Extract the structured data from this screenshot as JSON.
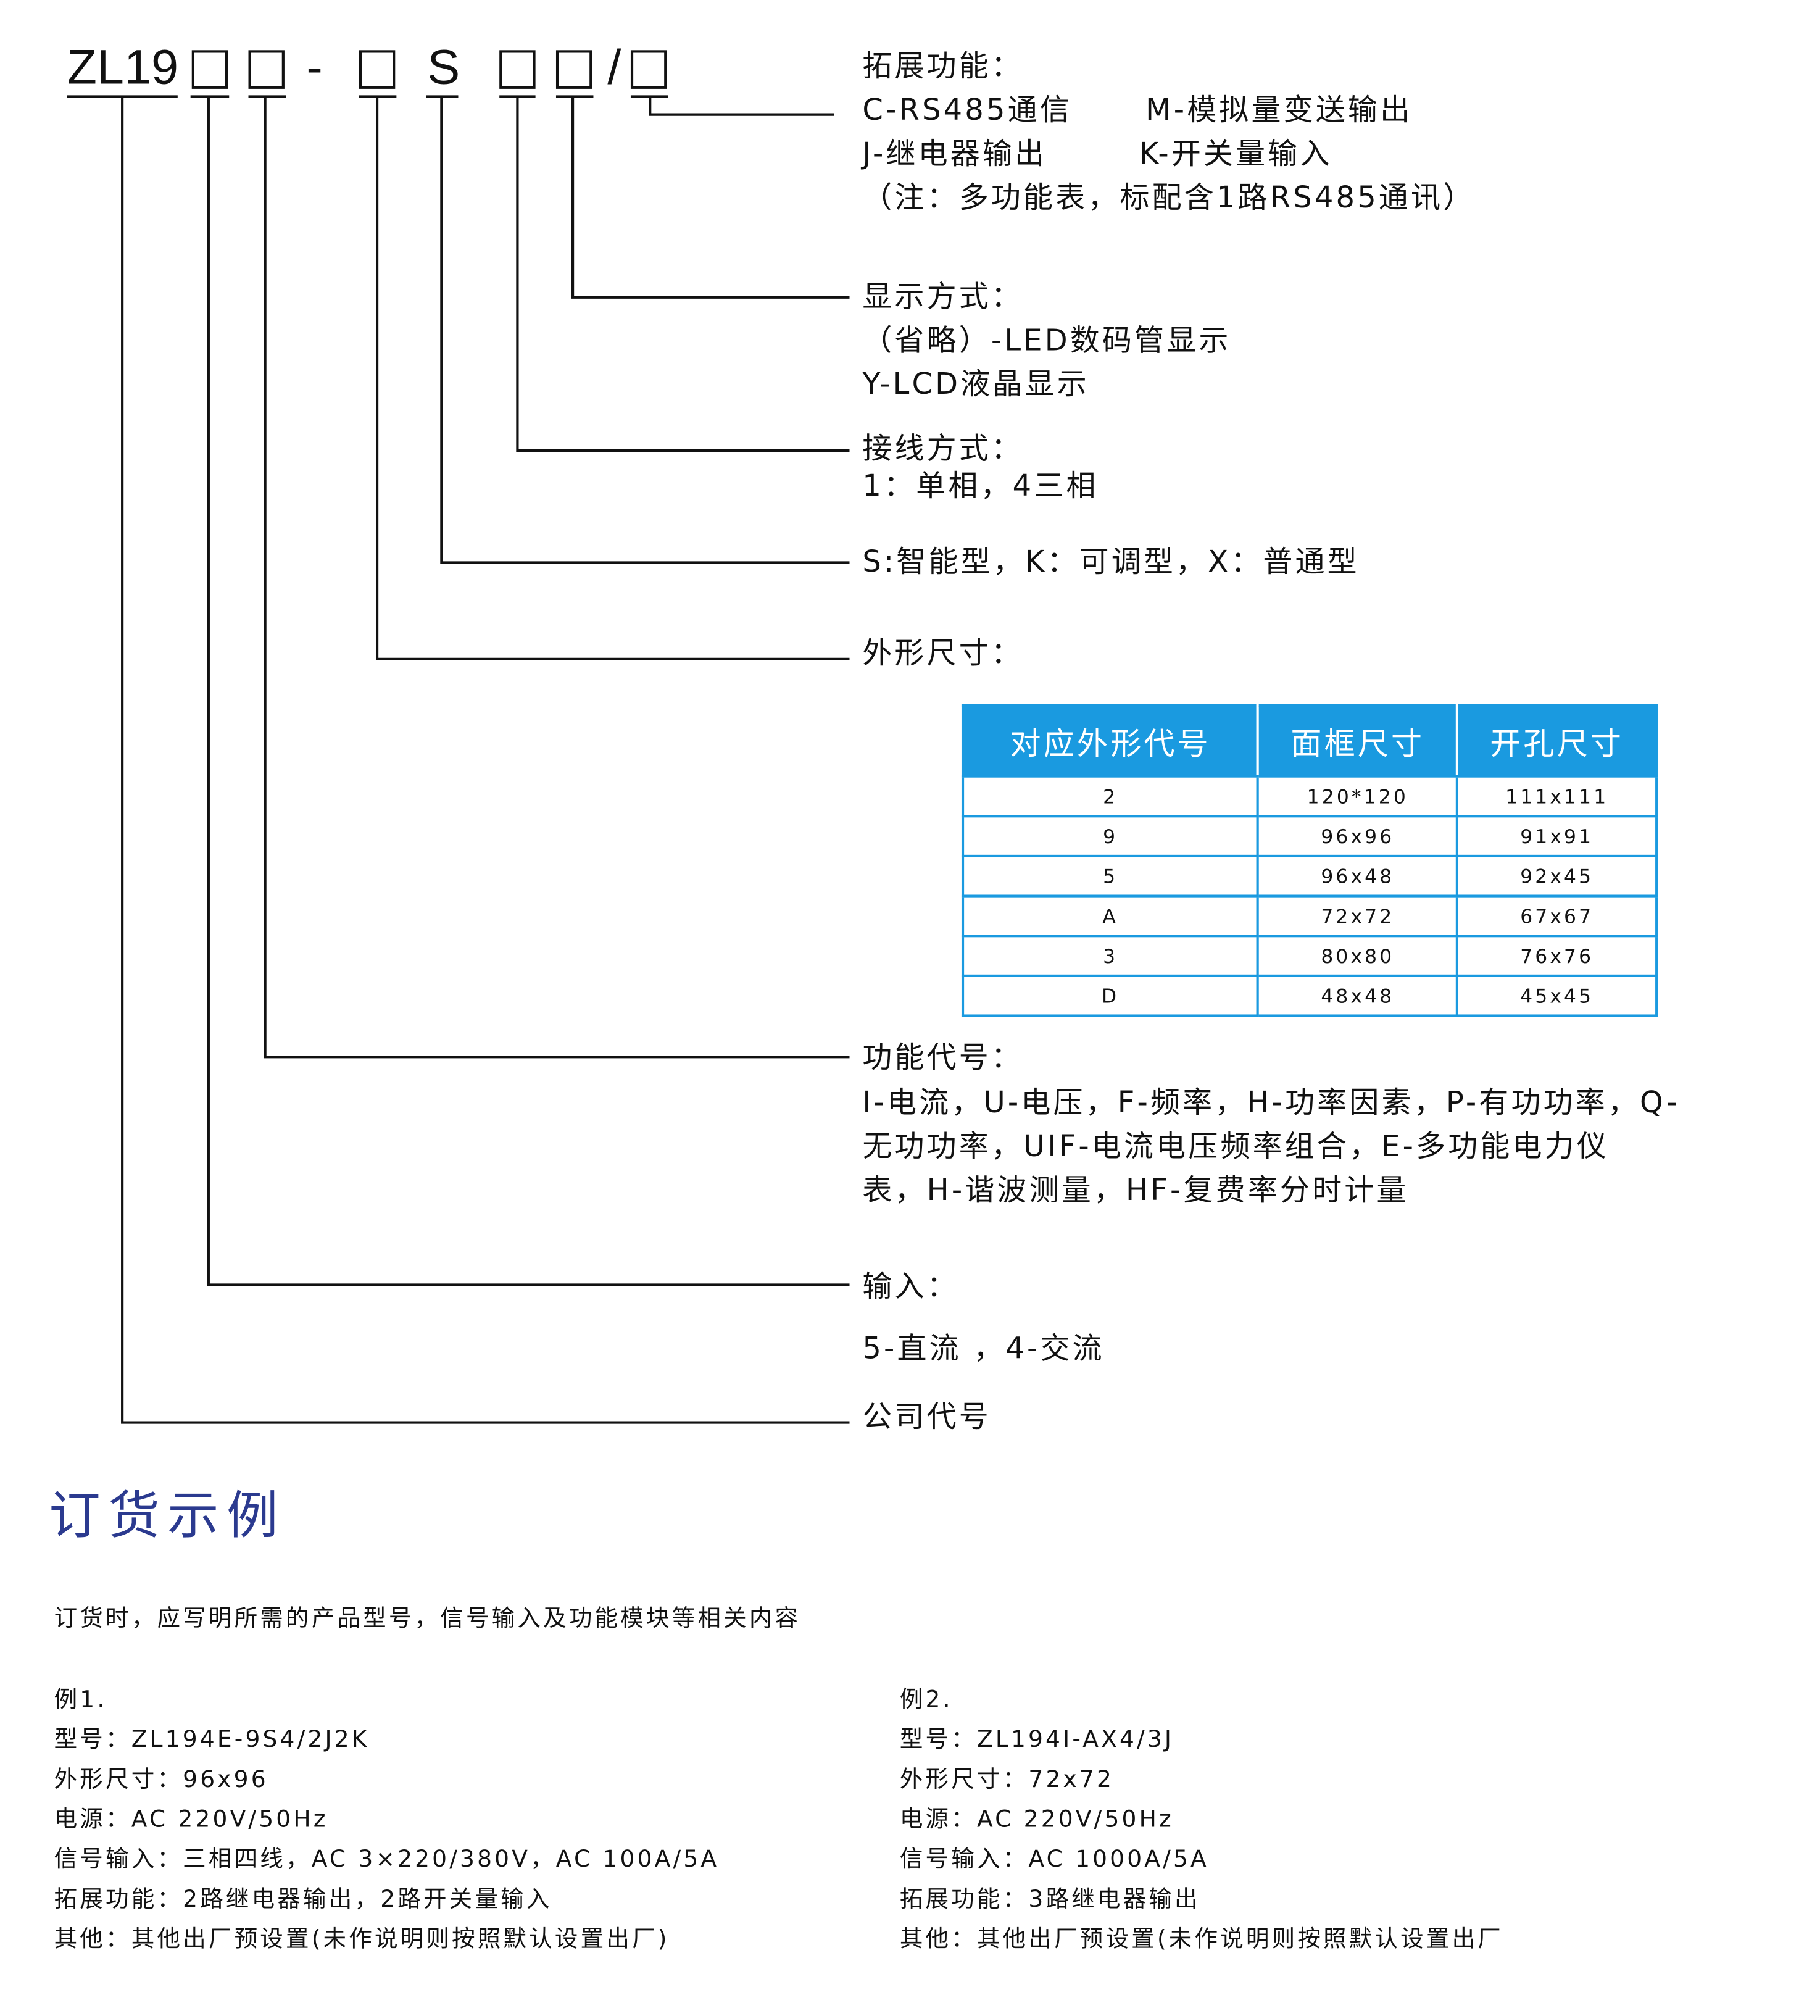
{
  "model": {
    "prefix": "ZL19",
    "dash": "-",
    "s": "S",
    "slash": "/"
  },
  "annotations": {
    "expansion": {
      "title": "拓展功能：",
      "line1a": "C-RS485通信",
      "line1b": "M-模拟量变送输出",
      "line2a": "J-继电器输出",
      "line2b": "K-开关量输入",
      "note": "（注：多功能表，标配含1路RS485通讯）"
    },
    "display": {
      "title": "显示方式：",
      "line1": "（省略）-LED数码管显示",
      "line2": "Y-LCD液晶显示"
    },
    "wiring": {
      "title": "接线方式：",
      "line1": "1：单相，4三相"
    },
    "type": {
      "title": "S:智能型，K：可调型，X：普通型"
    },
    "size": {
      "title": "外形尺寸："
    },
    "function": {
      "title": "功能代号：",
      "line1": "I-电流，U-电压，F-频率，H-功率因素，P-有功功率，Q-",
      "line2": "无功功率，UIF-电流电压频率组合，E-多功能电力仪",
      "line3": "表，H-谐波测量，HF-复费率分时计量"
    },
    "input": {
      "title": "输入：",
      "line1": "5-直流 ，4-交流"
    },
    "company": {
      "title": "公司代号"
    }
  },
  "size_table": {
    "headers": [
      "对应外形代号",
      "面框尺寸",
      "开孔尺寸"
    ],
    "rows": [
      [
        "2",
        "120*120",
        "111x111"
      ],
      [
        "9",
        "96x96",
        "91x91"
      ],
      [
        "5",
        "96x48",
        "92x45"
      ],
      [
        "A",
        "72x72",
        "67x67"
      ],
      [
        "3",
        "80x80",
        "76x76"
      ],
      [
        "D",
        "48x48",
        "45x45"
      ]
    ]
  },
  "order": {
    "title": "订货示例",
    "intro": "订货时，应写明所需的产品型号，信号输入及功能模块等相关内容",
    "examples": [
      {
        "lines": [
          "例1.",
          "型号：ZL194E-9S4/2J2K",
          "外形尺寸：96x96",
          "电源：AC 220V/50Hz",
          "信号输入：三相四线，AC 3×220/380V，AC 100A/5A",
          "拓展功能：2路继电器输出，2路开关量输入",
          "其他：其他出厂预设置(未作说明则按照默认设置出厂)"
        ]
      },
      {
        "lines": [
          "例2.",
          "型号：ZL194I-AX4/3J",
          "外形尺寸：72x72",
          "电源：AC 220V/50Hz",
          "信号输入：AC 1000A/5A",
          "拓展功能：3路继电器输出",
          "其他：其他出厂预设置(未作说明则按照默认设置出厂"
        ]
      }
    ]
  },
  "colors": {
    "table_blue": "#1a9ae0",
    "title_blue": "#2b3a8f"
  }
}
